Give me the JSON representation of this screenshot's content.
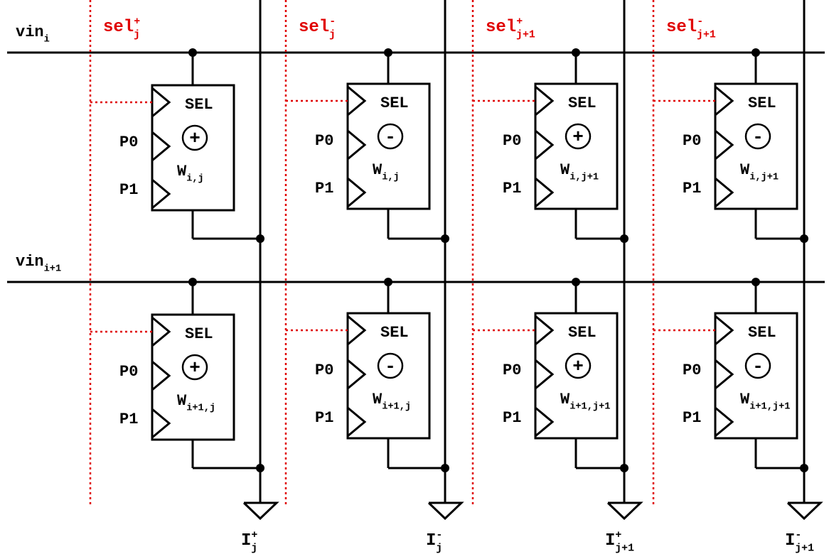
{
  "colors": {
    "wire": "#000000",
    "select": "#e00000",
    "background": "#ffffff"
  },
  "rows": [
    {
      "base": "vin",
      "sub": "i"
    },
    {
      "base": "vin",
      "sub": "i+1"
    }
  ],
  "columns": [
    {
      "sel": {
        "base": "sel",
        "sup": "+",
        "sub": "j"
      },
      "out": {
        "base": "I",
        "sup": "+",
        "sub": "j"
      }
    },
    {
      "sel": {
        "base": "sel",
        "sup": "-",
        "sub": "j"
      },
      "out": {
        "base": "I",
        "sup": "-",
        "sub": "j"
      }
    },
    {
      "sel": {
        "base": "sel",
        "sup": "+",
        "sub": "j+1"
      },
      "out": {
        "base": "I",
        "sup": "+",
        "sub": "j+1"
      }
    },
    {
      "sel": {
        "base": "sel",
        "sup": "-",
        "sub": "j+1"
      },
      "out": {
        "base": "I",
        "sup": "-",
        "sub": "j+1"
      }
    }
  ],
  "port_labels": {
    "sel": "SEL",
    "p0": "P0",
    "p1": "P1"
  },
  "cells": [
    [
      {
        "sign": "+",
        "w_base": "W",
        "w_sub": "i,j"
      },
      {
        "sign": "-",
        "w_base": "W",
        "w_sub": "i,j"
      },
      {
        "sign": "+",
        "w_base": "W",
        "w_sub": "i,j+1"
      },
      {
        "sign": "-",
        "w_base": "W",
        "w_sub": "i,j+1"
      }
    ],
    [
      {
        "sign": "+",
        "w_base": "W",
        "w_sub": "i+1,j"
      },
      {
        "sign": "-",
        "w_base": "W",
        "w_sub": "i+1,j"
      },
      {
        "sign": "+",
        "w_base": "W",
        "w_sub": "i+1,j+1"
      },
      {
        "sign": "-",
        "w_base": "W",
        "w_sub": "i+1,j+1"
      }
    ]
  ]
}
